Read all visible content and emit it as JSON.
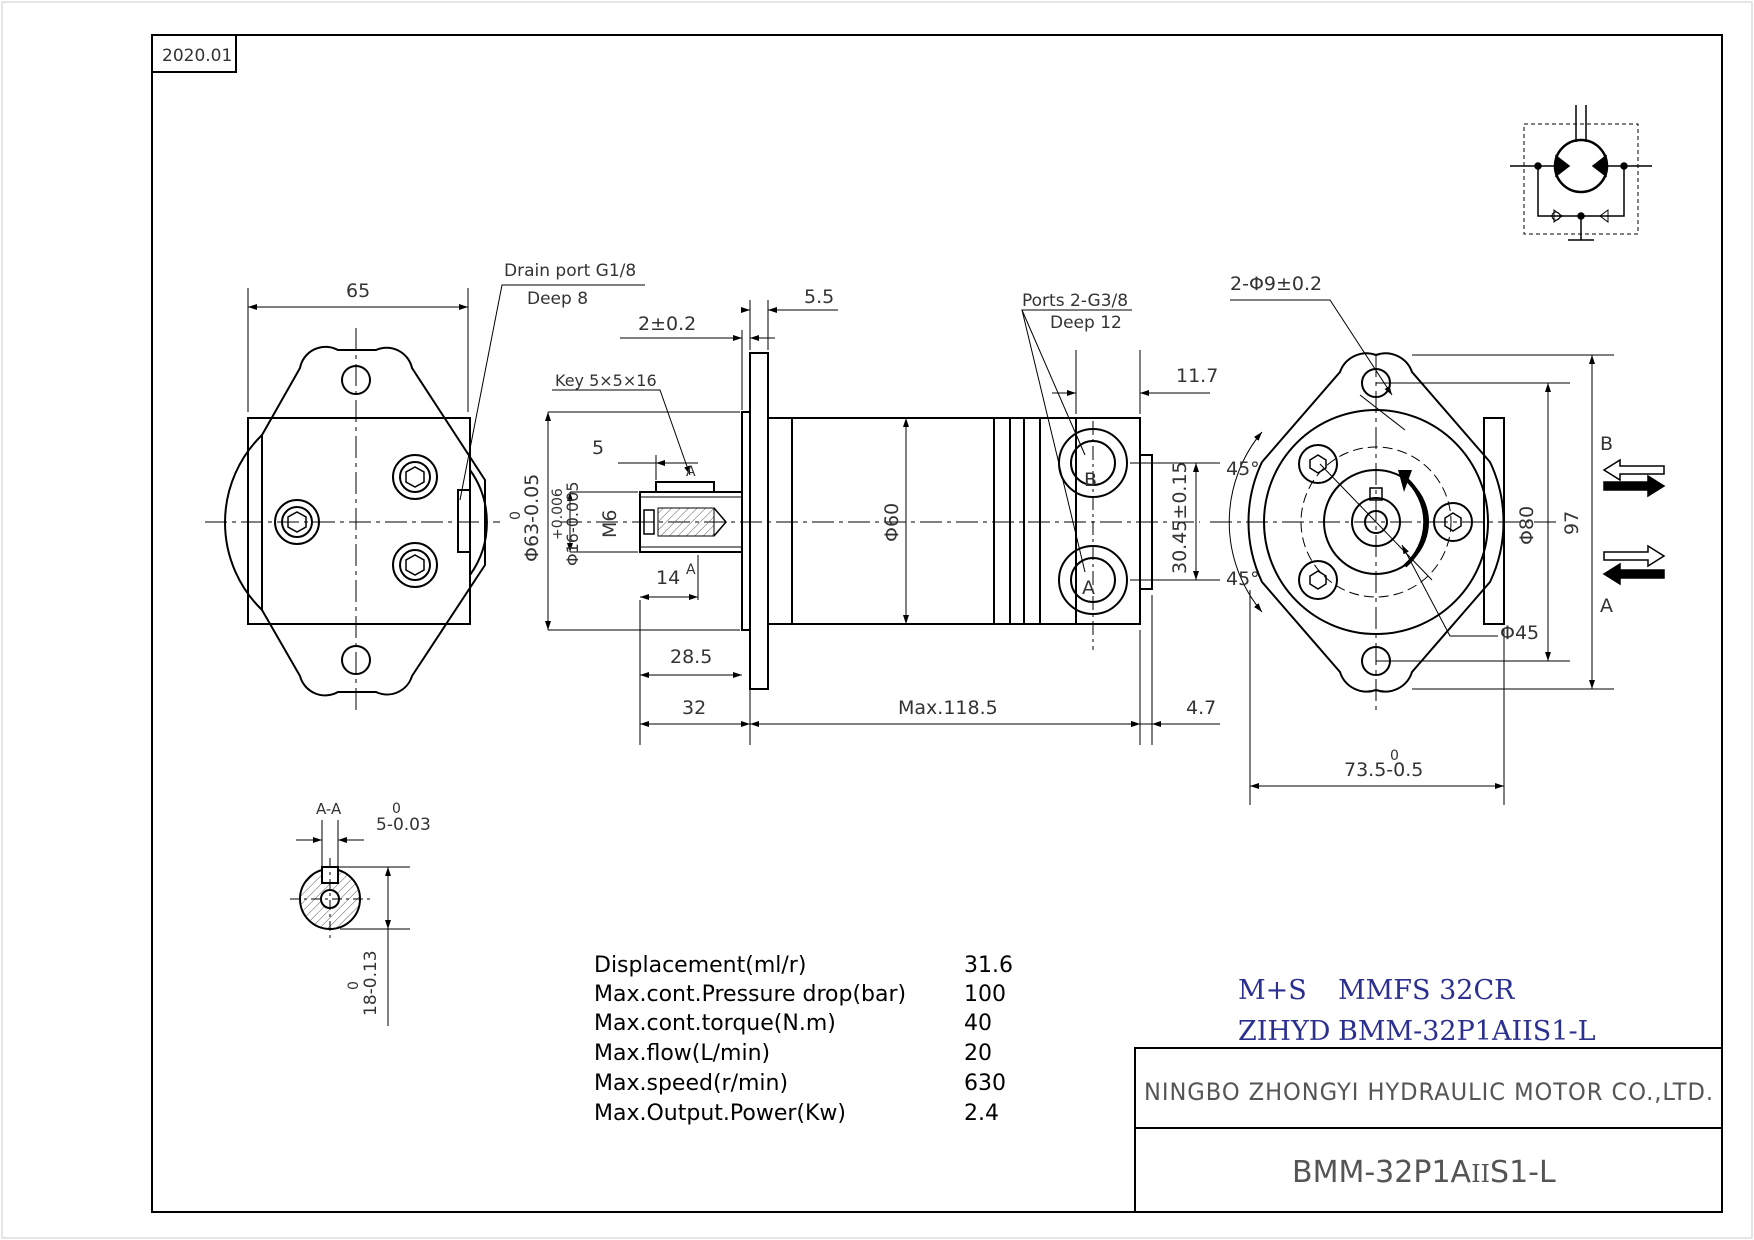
{
  "revision": "2020.01",
  "notes": {
    "drain_port": "Drain port G1/8",
    "drain_depth": "Deep 8",
    "ports": "Ports 2-G3/8",
    "ports_depth": "Deep 12",
    "key": "Key 5×5×16",
    "holes": "2-Φ9±0.2"
  },
  "dimensions": {
    "width_65": "65",
    "flange_thick": "5.5",
    "gap": "2±0.2",
    "key_offset": "5",
    "key_len": "14",
    "shaft_len": "28.5",
    "flange_pos": "32",
    "body_len": "Max.118.5",
    "tail": "4.7",
    "port_offset": "11.7",
    "port_spacing": "30.45±0.15",
    "pilot_dia": "Φ63-0.05",
    "pilot_tol": "0",
    "shaft_dia": "Φ16-0.005",
    "shaft_tol": "+0.006",
    "thread": "M6",
    "body_dia": "Φ60",
    "bolt_circle": "Φ80",
    "height": "97",
    "inner_dia": "Φ45",
    "angle_top": "45°",
    "angle_bottom": "45°",
    "overall_w": "73.5-0.5",
    "overall_w_tol": "0",
    "key_width": "5-0.03",
    "key_width_tol": "0",
    "key_height": "18-0.13",
    "key_height_tol": "0",
    "section_label": "A-A",
    "section_mark": "A",
    "port_a": "A",
    "port_b": "B"
  },
  "specs": [
    {
      "label": "Displacement(ml/r)",
      "value": "31.6"
    },
    {
      "label": "Max.cont.Pressure drop(bar)",
      "value": "100"
    },
    {
      "label": "Max.cont.torque(N.m)",
      "value": "40"
    },
    {
      "label": "Max.flow(L/min)",
      "value": "20"
    },
    {
      "label": "Max.speed(r/min)",
      "value": "630"
    },
    {
      "label": "Max.Output.Power(Kw)",
      "value": "2.4"
    }
  ],
  "brand": {
    "line1_a": "M+S",
    "line1_b": "MMFS 32CR",
    "line2_a": "ZIHYD",
    "line2_b": "BMM-32P1AIIS1-L"
  },
  "title_block": {
    "company": "NINGBO ZHONGYI HYDRAULIC MOTOR CO.,LTD.",
    "model_a": "BMM-32P1A",
    "model_b": "II",
    "model_c": "S1-L"
  },
  "colors": {
    "line": "#000000",
    "text": "#333333",
    "brand": "#2b2f8f"
  }
}
